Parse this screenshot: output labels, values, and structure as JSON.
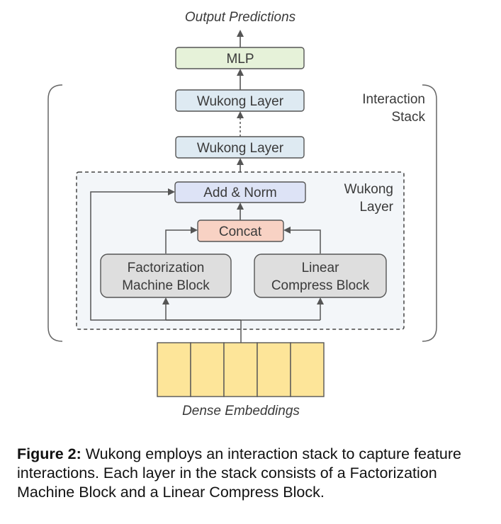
{
  "diagram": {
    "output_label": "Output Predictions",
    "mlp_label": "MLP",
    "wukong_layer_top": "Wukong Layer",
    "wukong_layer_bottom": "Wukong Layer",
    "interaction_stack_line1": "Interaction",
    "interaction_stack_line2": "Stack",
    "wukong_layer_group_line1": "Wukong",
    "wukong_layer_group_line2": "Layer",
    "add_norm_label": "Add & Norm",
    "concat_label": "Concat",
    "fm_block_line1": "Factorization",
    "fm_block_line2": "Machine Block",
    "lcb_block_line1": "Linear",
    "lcb_block_line2": "Compress Block",
    "dense_embeddings_label": "Dense Embeddings",
    "embedding_cells": 5
  },
  "caption": {
    "prefix": "Figure 2:",
    "text": "Wukong employs an interaction stack to capture feature interactions.  Each layer in the stack consists of a Factorization Machine Block and a Linear Compress Block."
  },
  "colors": {
    "mlp_fill": "#e6f2d9",
    "wukong_fill": "#deeaf2",
    "add_norm_fill": "#dde3f6",
    "concat_fill": "#f8d2c4",
    "block_fill": "#dedede",
    "embedding_fill": "#fde599",
    "group_fill": "#f3f6f9"
  }
}
